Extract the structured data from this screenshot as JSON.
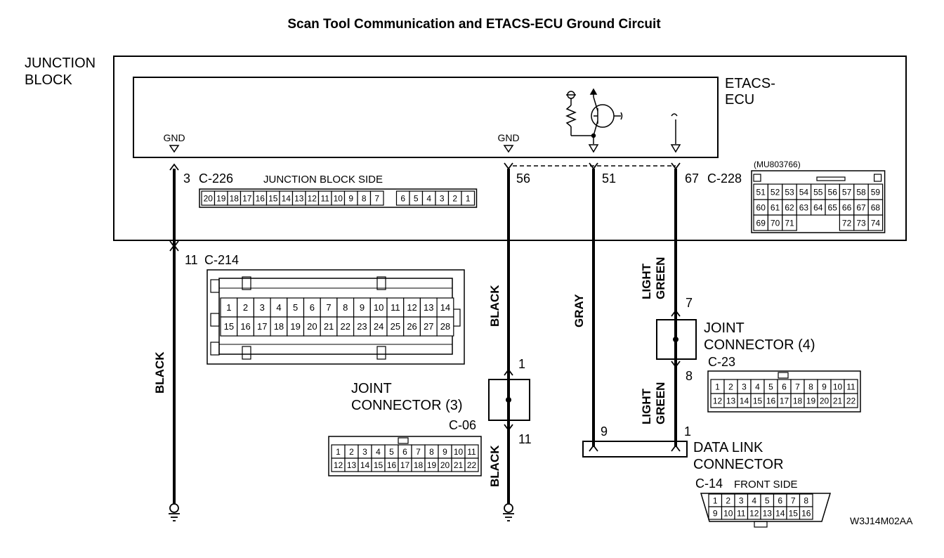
{
  "title": "Scan Tool Communication and ETACS-ECU Ground Circuit",
  "drawing_code": "W3J14M02AA",
  "junction_block": {
    "label_line1": "JUNCTION",
    "label_line2": "BLOCK"
  },
  "ecu": {
    "label_line1": "ETACS-",
    "label_line2": "ECU",
    "gnd_left": "GND",
    "gnd_right": "GND",
    "part_number": "(MU803766)"
  },
  "c226": {
    "pin": "3",
    "id": "C-226",
    "side_label": "JUNCTION BLOCK SIDE",
    "pins": [
      "20",
      "19",
      "18",
      "17",
      "16",
      "15",
      "14",
      "13",
      "12",
      "11",
      "10",
      "9",
      "8",
      "7",
      "",
      "6",
      "5",
      "4",
      "3",
      "2",
      "1"
    ]
  },
  "c228": {
    "pins_line": [
      "56",
      "51",
      "67"
    ],
    "id": "C-228",
    "rows": [
      [
        "51",
        "52",
        "53",
        "54",
        "55",
        "56",
        "57",
        "58",
        "59"
      ],
      [
        "60",
        "61",
        "62",
        "63",
        "64",
        "65",
        "66",
        "67",
        "68"
      ],
      [
        "69",
        "70",
        "71",
        "",
        "",
        "",
        "72",
        "73",
        "74"
      ]
    ]
  },
  "c214": {
    "pin": "11",
    "id": "C-214",
    "rows": [
      [
        "1",
        "2",
        "3",
        "4",
        "5",
        "6",
        "7",
        "8",
        "9",
        "10",
        "11",
        "12",
        "13",
        "14"
      ],
      [
        "15",
        "16",
        "17",
        "18",
        "19",
        "20",
        "21",
        "22",
        "23",
        "24",
        "25",
        "26",
        "27",
        "28"
      ]
    ]
  },
  "wires": {
    "w1": "BLACK",
    "w2_top": "BLACK",
    "w2_bottom": "BLACK",
    "w3": "GRAY",
    "w4_top_l1": "LIGHT",
    "w4_top_l2": "GREEN",
    "w4_bot_l1": "LIGHT",
    "w4_bot_l2": "GREEN"
  },
  "joint3": {
    "label_line1": "JOINT",
    "label_line2": "CONNECTOR (3)",
    "pin_top": "1",
    "pin_bottom": "11",
    "id": "C-06",
    "rows": [
      [
        "1",
        "2",
        "3",
        "4",
        "5",
        "6",
        "7",
        "8",
        "9",
        "10",
        "11"
      ],
      [
        "12",
        "13",
        "14",
        "15",
        "16",
        "17",
        "18",
        "19",
        "20",
        "21",
        "22"
      ]
    ]
  },
  "joint4": {
    "label_line1": "JOINT",
    "label_line2": "CONNECTOR (4)",
    "pin_top": "7",
    "pin_bottom": "8",
    "id": "C-23",
    "rows": [
      [
        "1",
        "2",
        "3",
        "4",
        "5",
        "6",
        "7",
        "8",
        "9",
        "10",
        "11"
      ],
      [
        "12",
        "13",
        "14",
        "15",
        "16",
        "17",
        "18",
        "19",
        "20",
        "21",
        "22"
      ]
    ]
  },
  "dlc": {
    "label_line1": "DATA LINK",
    "label_line2": "CONNECTOR",
    "pin_left": "9",
    "pin_right": "1",
    "id": "C-14",
    "side_label": "FRONT SIDE",
    "rows": [
      [
        "1",
        "2",
        "3",
        "4",
        "5",
        "6",
        "7",
        "8"
      ],
      [
        "9",
        "10",
        "11",
        "12",
        "13",
        "14",
        "15",
        "16"
      ]
    ]
  }
}
